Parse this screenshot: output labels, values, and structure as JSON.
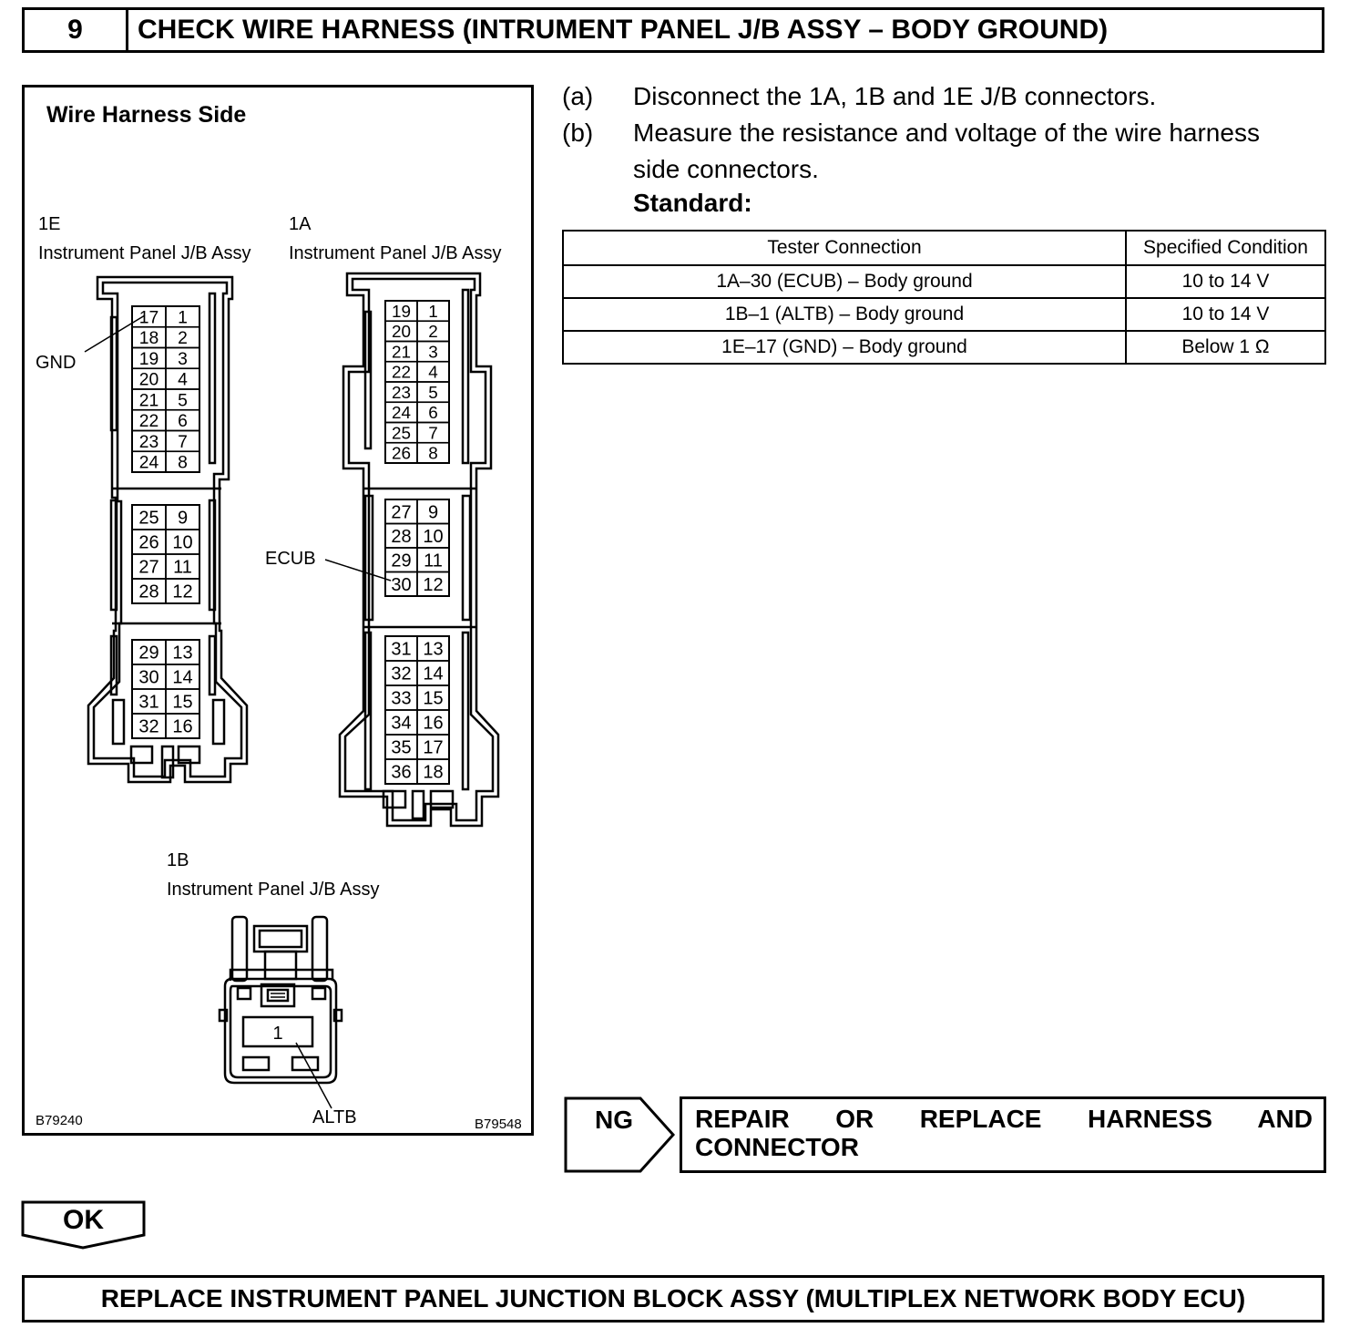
{
  "step": {
    "number": "9",
    "title": "CHECK WIRE HARNESS (INTRUMENT PANEL J/B ASSY – BODY GROUND)"
  },
  "figure": {
    "title": "Wire Harness Side",
    "connector_1e": {
      "code": "1E",
      "name": "Instrument Panel J/B Assy",
      "callout": "GND",
      "pins_top": [
        [
          "17",
          "1"
        ],
        [
          "18",
          "2"
        ],
        [
          "19",
          "3"
        ],
        [
          "20",
          "4"
        ],
        [
          "21",
          "5"
        ],
        [
          "22",
          "6"
        ],
        [
          "23",
          "7"
        ],
        [
          "24",
          "8"
        ]
      ],
      "pins_mid": [
        [
          "25",
          "9"
        ],
        [
          "26",
          "10"
        ],
        [
          "27",
          "11"
        ],
        [
          "28",
          "12"
        ]
      ],
      "pins_bot": [
        [
          "29",
          "13"
        ],
        [
          "30",
          "14"
        ],
        [
          "31",
          "15"
        ],
        [
          "32",
          "16"
        ]
      ]
    },
    "connector_1a": {
      "code": "1A",
      "name": "Instrument Panel J/B Assy",
      "callout": "ECUB",
      "pins_top": [
        [
          "19",
          "1"
        ],
        [
          "20",
          "2"
        ],
        [
          "21",
          "3"
        ],
        [
          "22",
          "4"
        ],
        [
          "23",
          "5"
        ],
        [
          "24",
          "6"
        ],
        [
          "25",
          "7"
        ],
        [
          "26",
          "8"
        ]
      ],
      "pins_mid": [
        [
          "27",
          "9"
        ],
        [
          "28",
          "10"
        ],
        [
          "29",
          "11"
        ],
        [
          "30",
          "12"
        ]
      ],
      "pins_bot": [
        [
          "31",
          "13"
        ],
        [
          "32",
          "14"
        ],
        [
          "33",
          "15"
        ],
        [
          "34",
          "16"
        ],
        [
          "35",
          "17"
        ],
        [
          "36",
          "18"
        ]
      ]
    },
    "connector_1b": {
      "code": "1B",
      "name": "Instrument Panel J/B Assy",
      "callout": "ALTB",
      "pin": "1"
    },
    "code_left": "B79240",
    "code_right": "B79548"
  },
  "instructions": {
    "a_label": "(a)",
    "a_text": "Disconnect the 1A, 1B and 1E J/B connectors.",
    "b_label": "(b)",
    "b_text_1": "Measure the resistance and voltage of the wire harness",
    "b_text_2": "side connectors.",
    "standard": "Standard:"
  },
  "table": {
    "headers": [
      "Tester Connection",
      "Specified Condition"
    ],
    "rows": [
      [
        "1A–30 (ECUB) – Body ground",
        "10 to 14 V"
      ],
      [
        "1B–1 (ALTB) – Body ground",
        "10 to 14 V"
      ],
      [
        "1E–17 (GND) – Body ground",
        "Below 1 Ω"
      ]
    ]
  },
  "ng": {
    "label": "NG",
    "action": "REPAIR OR REPLACE HARNESS AND CONNECTOR"
  },
  "ok": {
    "label": "OK",
    "action": "REPLACE INSTRUMENT PANEL JUNCTION BLOCK ASSY (MULTIPLEX NETWORK BODY ECU)"
  }
}
